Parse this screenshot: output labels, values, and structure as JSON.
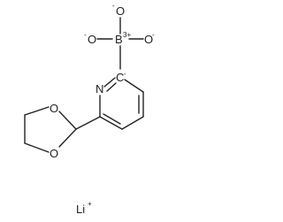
{
  "molecule": {
    "boron": {
      "label": "B",
      "charge": "3+"
    },
    "oxygens": [
      {
        "label": "O",
        "charge": "-"
      },
      {
        "label": "O",
        "charge": "-"
      },
      {
        "label": "O",
        "charge": "-"
      }
    ],
    "carbanion": {
      "label": "C",
      "charge": "-"
    },
    "nitrogen": {
      "label": "N"
    },
    "dioxolane_oxygens": [
      {
        "label": "O"
      },
      {
        "label": "O"
      }
    ]
  },
  "counterion": {
    "label": "Li",
    "charge": "+"
  },
  "colors": {
    "ink": "#222222",
    "background": "#ffffff"
  }
}
